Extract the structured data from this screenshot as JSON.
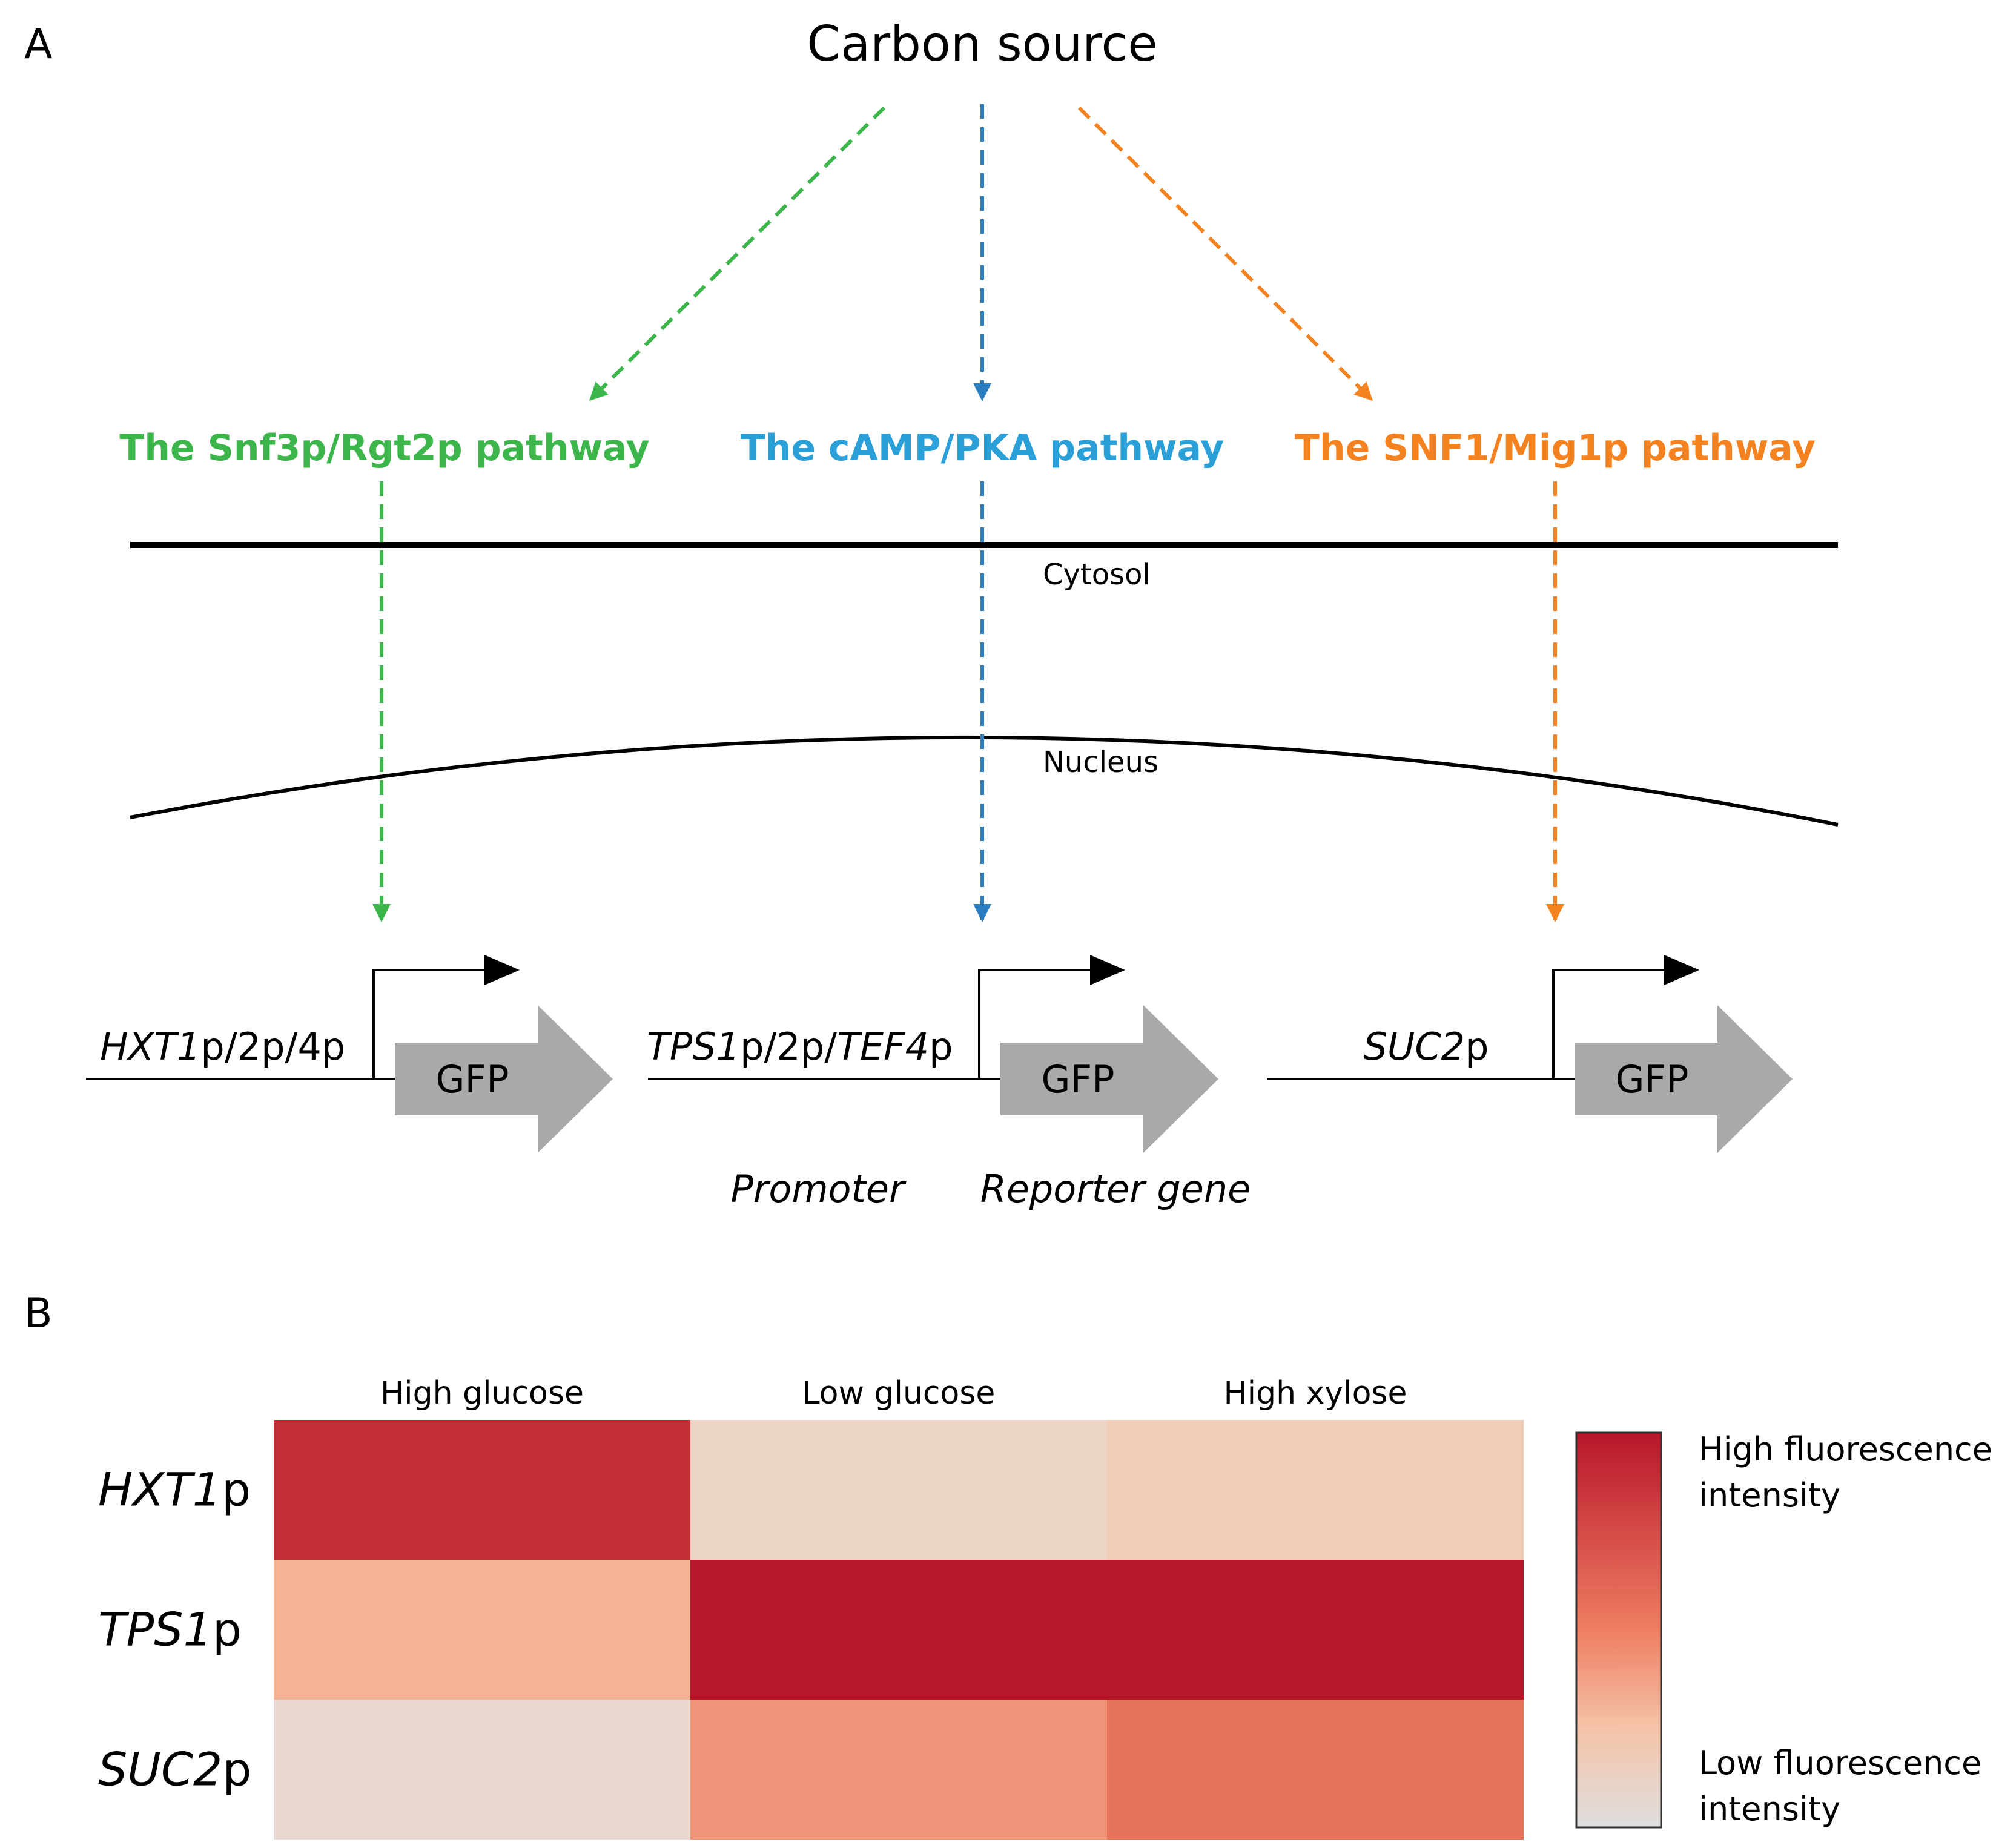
{
  "panel_a": {
    "letter": "A",
    "title": "Carbon source",
    "pathways": [
      {
        "label": "The Snf3p/Rgt2p pathway",
        "color": "#3cb54a"
      },
      {
        "label": "The cAMP/PKA pathway",
        "color": "#2a9fd8"
      },
      {
        "label": "The SNF1/Mig1p pathway",
        "color": "#f58220"
      }
    ],
    "cytosol_label": "Cytosol",
    "nucleus_label": "Nucleus",
    "promoters": [
      {
        "parts": [
          {
            "t": "HXT1",
            "i": true
          },
          {
            "t": "p/2p/4p",
            "i": false
          }
        ]
      },
      {
        "parts": [
          {
            "t": "TPS1",
            "i": true
          },
          {
            "t": "p/2p/",
            "i": false
          },
          {
            "t": "TEF4",
            "i": true
          },
          {
            "t": "p",
            "i": false
          }
        ]
      },
      {
        "parts": [
          {
            "t": "SUC2",
            "i": true
          },
          {
            "t": "p",
            "i": false
          }
        ]
      }
    ],
    "reporter_label": "GFP",
    "legend_promoter": "Promoter",
    "legend_reporter": "Reporter gene"
  },
  "panel_b": {
    "letter": "B",
    "colorbar": {
      "high_line1": "High fluorescence",
      "high_line2": "intensity",
      "low_line1": "Low fluorescence",
      "low_line2": "intensity",
      "high_color": "#b8162b",
      "low_color": "#e0e0e0"
    }
  },
  "chart_data": {
    "type": "heatmap",
    "columns": [
      "High glucose",
      "Low glucose",
      "High xylose"
    ],
    "rows": [
      {
        "label_parts": [
          {
            "t": "HXT1",
            "i": true
          },
          {
            "t": "p",
            "i": false
          }
        ],
        "colors": [
          "#c32d35",
          "#ecd4c6",
          "#f1cdb8"
        ],
        "levels": [
          0.88,
          0.1,
          0.14
        ]
      },
      {
        "label_parts": [
          {
            "t": "TPS1",
            "i": true
          },
          {
            "t": "p",
            "i": false
          }
        ],
        "colors": [
          "#f4b394",
          "#b8162b",
          "#b8162b"
        ],
        "levels": [
          0.3,
          1.0,
          1.0
        ]
      },
      {
        "label_parts": [
          {
            "t": "SUC2",
            "i": true
          },
          {
            "t": "p",
            "i": false
          }
        ],
        "colors": [
          "#e8d8cf",
          "#f1957a",
          "#e6735b"
        ],
        "levels": [
          0.05,
          0.48,
          0.6
        ]
      }
    ]
  }
}
